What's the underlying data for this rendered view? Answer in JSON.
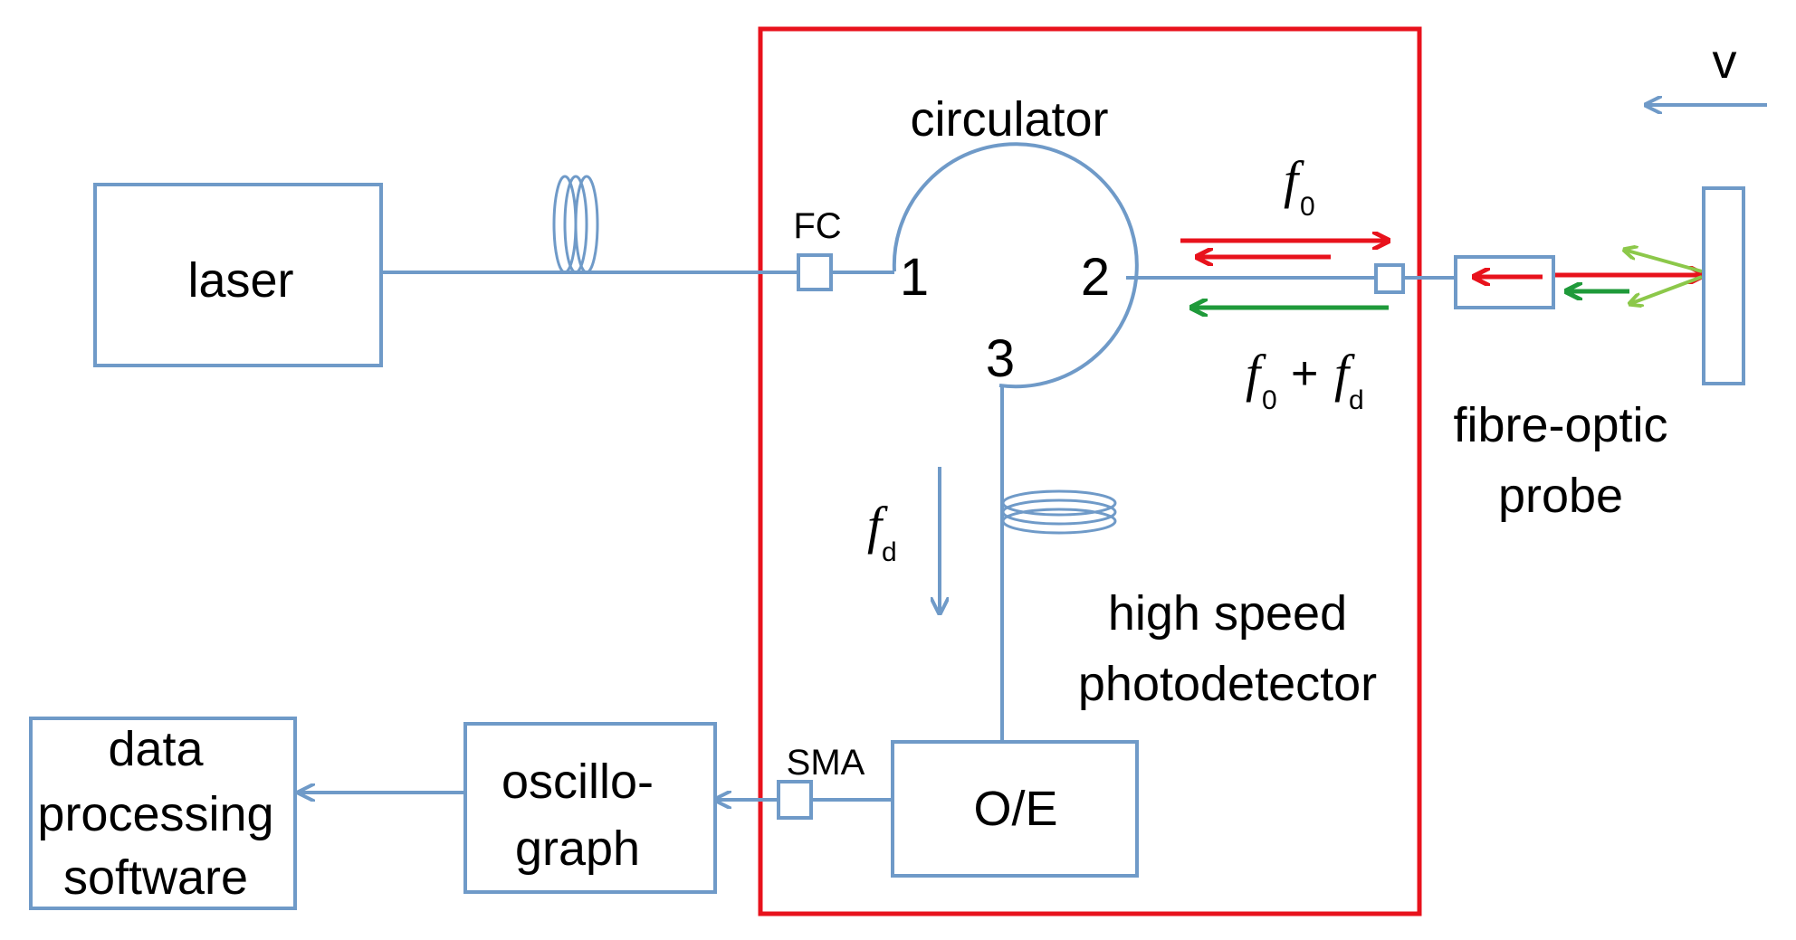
{
  "colors": {
    "line": "#6f9ac8",
    "frame": "#e8121c",
    "beam_red": "#e8121c",
    "beam_green": "#1f9a3a",
    "beam_lightgreen": "#8cc84a"
  },
  "labels": {
    "laser": "laser",
    "circulator": "circulator",
    "fc": "FC",
    "sma": "SMA",
    "port1": "1",
    "port2": "2",
    "port3": "3",
    "oe": "O/E",
    "oscillograph_line1": "oscillo-",
    "oscillograph_line2": "graph",
    "data_line1": "data",
    "data_line2": "processing",
    "data_line3": "software",
    "photodetector_line1": "high speed",
    "photodetector_line2": "photodetector",
    "probe_line1": "fibre-optic",
    "probe_line2": "probe",
    "velocity": "v"
  },
  "symbols": {
    "f": "f",
    "sub0": "0",
    "subd": "d",
    "plus": "+"
  }
}
